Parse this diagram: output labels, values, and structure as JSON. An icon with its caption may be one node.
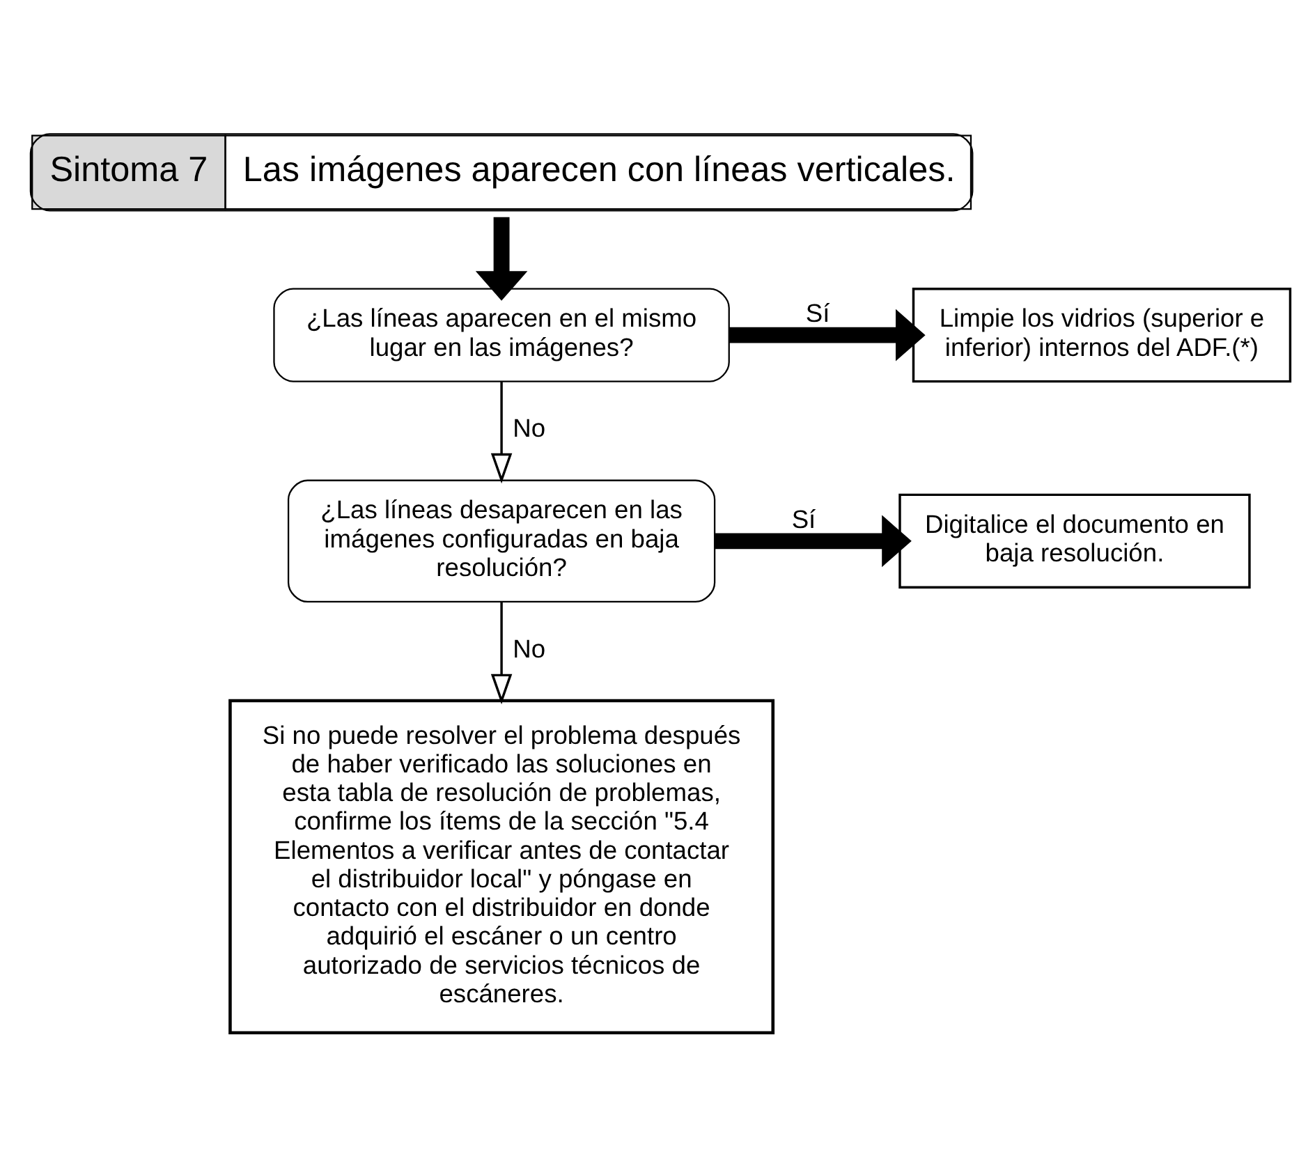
{
  "diagram": {
    "nodes": [
      {
        "text": [
          "Sintoma 7",
          "Las imágenes aparecen con líneas verticales."
        ]
      },
      {
        "text": [
          "¿Las líneas aparecen en el mismo lugar en las imágenes?"
        ]
      },
      {
        "text": [
          "Limpie los vidrios (superior e inferior) internos del ADF.(*)"
        ]
      },
      {
        "text": [
          "¿Las líneas desaparecen en las imágenes configuradas en baja resolución?"
        ]
      },
      {
        "text": [
          "Digitalice el documento en baja resolución."
        ]
      },
      {
        "text": [
          "Si no puede resolver el problema después de haber verificado las soluciones en esta tabla de resolución de problemas, confirme los ítems de la sección \"5.4 Elementos a verificar antes de contactar el distribuidor local\" y póngase en contacto con el distribuidor en donde adquirió el escáner o un centro autorizado de servicios técnicos de escáneres."
        ]
      }
    ],
    "edges": [
      {
        "from": 0,
        "to": 1,
        "arrow": "to"
      },
      {
        "from": 1,
        "to": 2,
        "arrow": "to",
        "label": "Sí"
      },
      {
        "from": 1,
        "to": 3,
        "arrow": "to",
        "label": "No"
      },
      {
        "from": 3,
        "to": 4,
        "arrow": "to",
        "label": "Sí"
      },
      {
        "from": 3,
        "to": 5,
        "arrow": "to",
        "label": "No"
      }
    ]
  }
}
